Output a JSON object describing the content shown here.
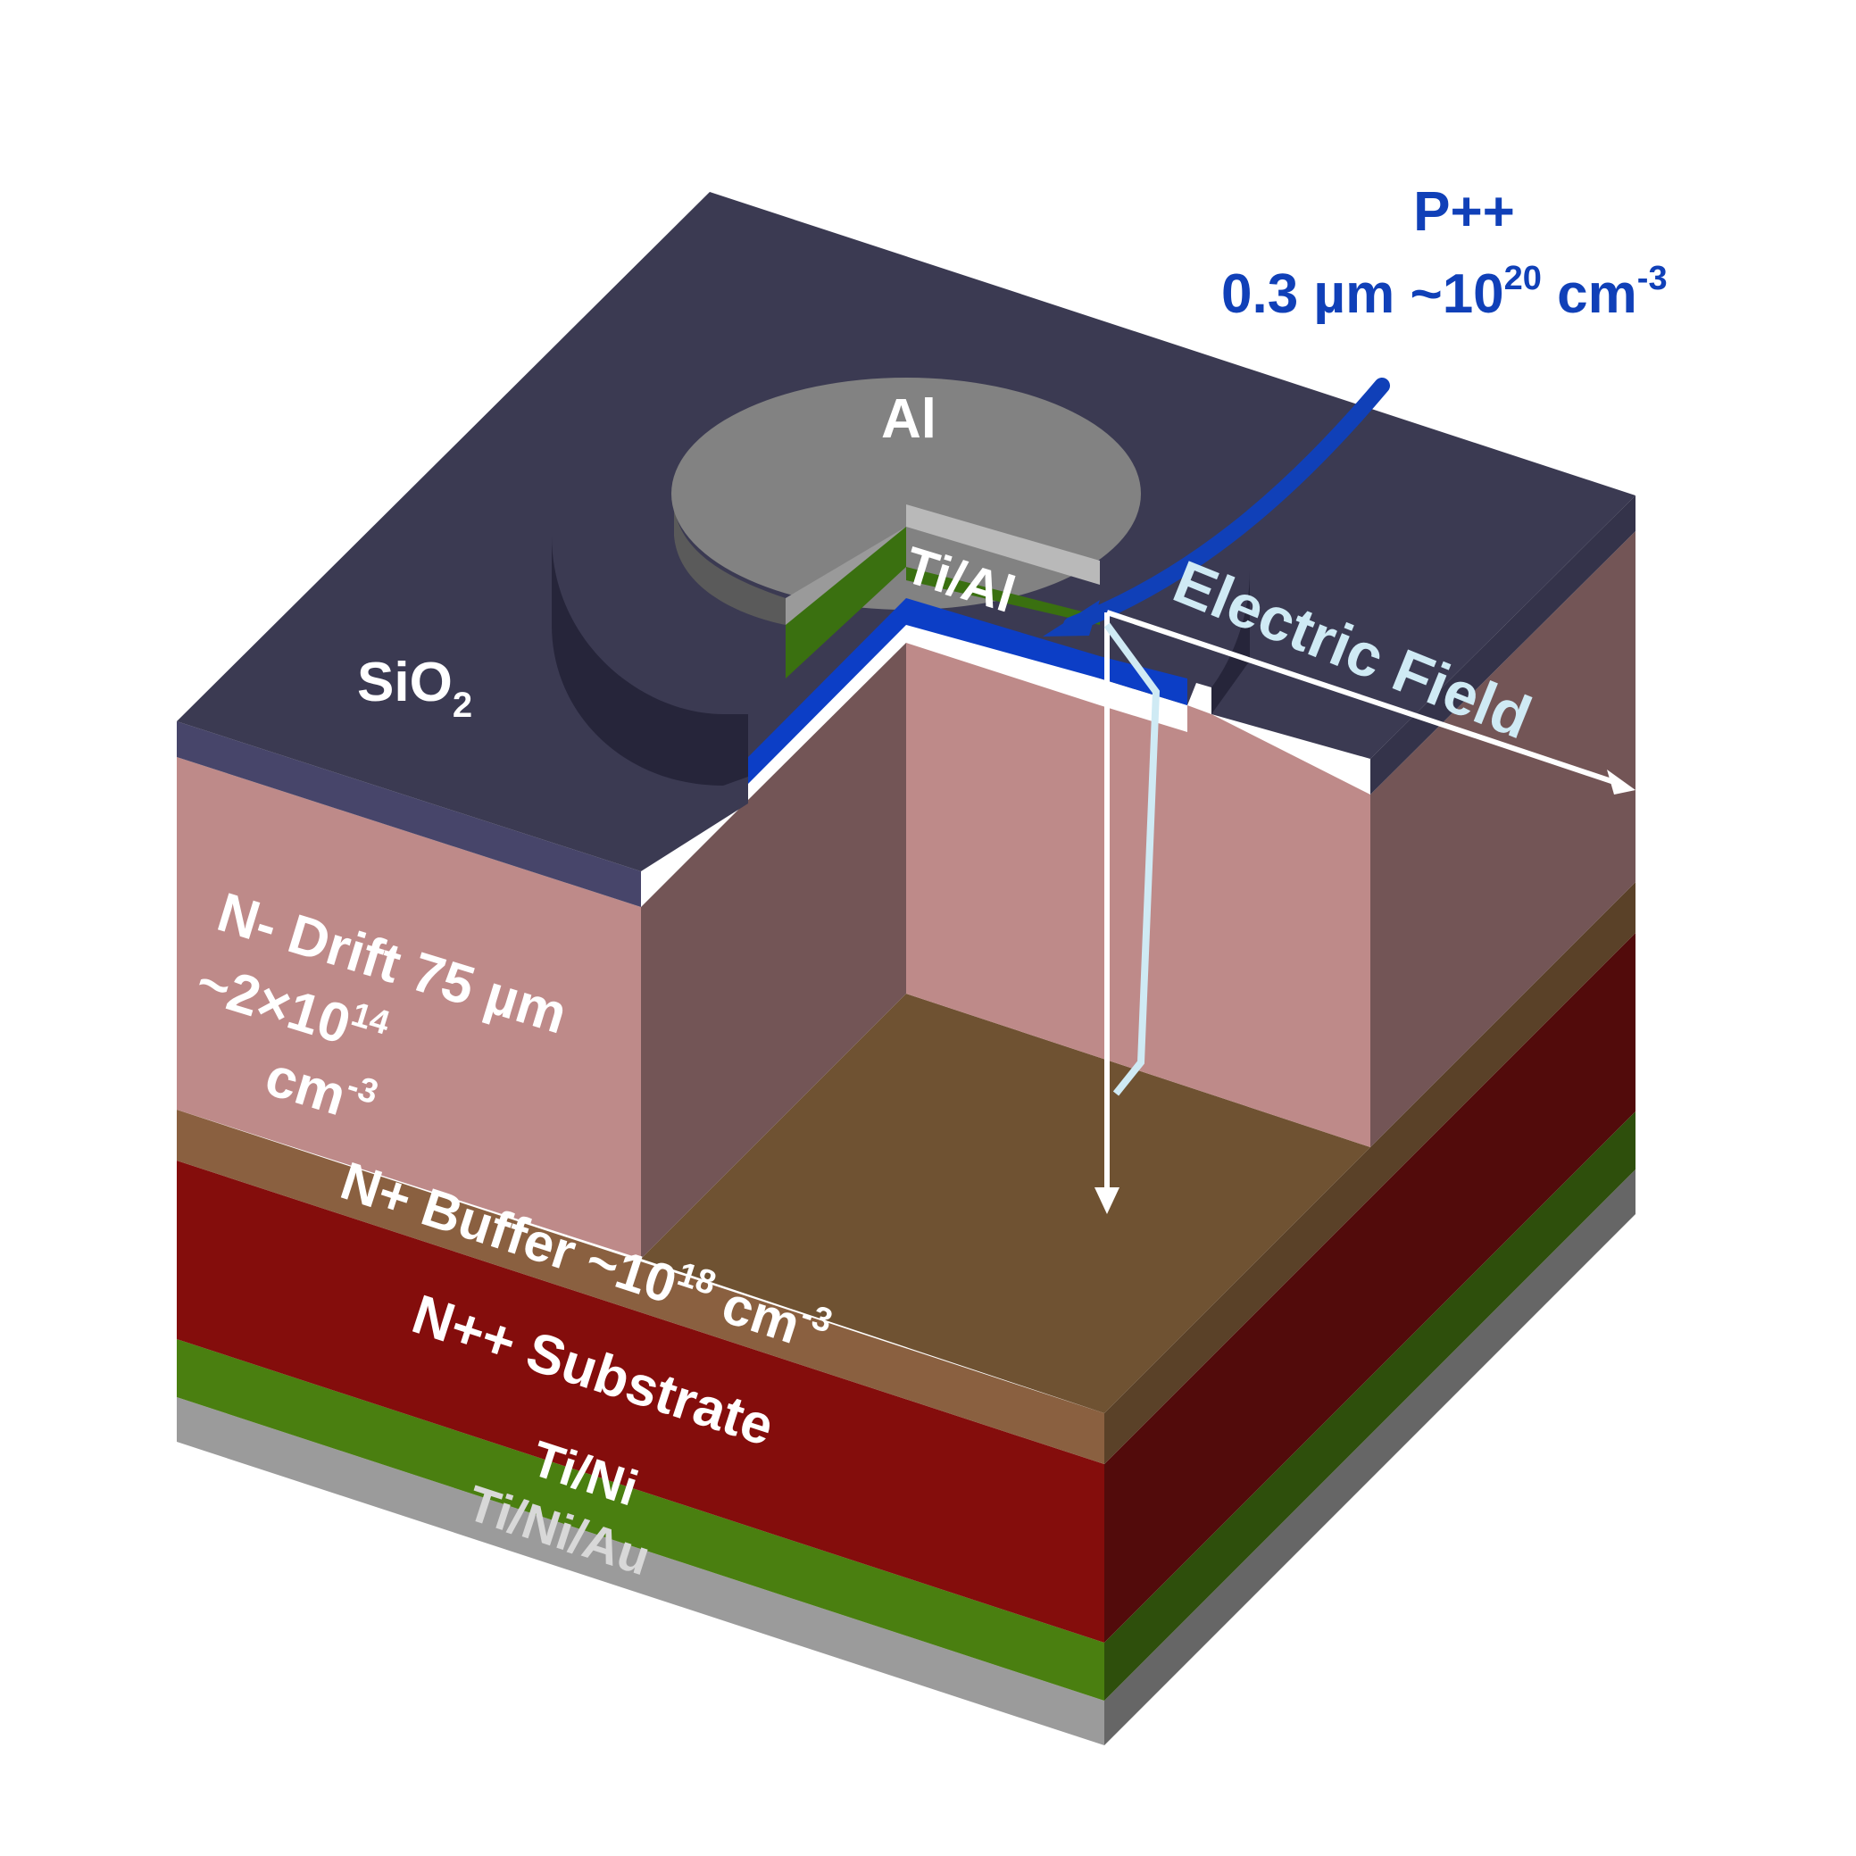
{
  "colors": {
    "sio2_top": "#3b3a52",
    "sio2_front": "#47456a",
    "drift_front": "#be8a89",
    "drift_side": "#735556",
    "buffer_front": "#8a6040",
    "buffer_side": "#5a4128",
    "buffer_top": "#6f5232",
    "substrate_front": "#840d0c",
    "substrate_side": "#520b0b",
    "tini_front": "#4a7f10",
    "tini_side": "#2e4f0c",
    "tiniau_front": "#9b9b9b",
    "tiniau_side": "#666666",
    "al_top": "#828282",
    "p_layer": "#0c3ec6",
    "tial": "#3a7010",
    "annotation_blue": "#1040b8",
    "field_line": "#cfeaf4"
  },
  "labels": {
    "p_title": "P++",
    "p_spec_main": "0.3 µm ~10",
    "p_spec_exp": "20",
    "p_spec_unit": " cm",
    "p_spec_unit_exp": "-3",
    "al": "Al",
    "sio2_main": "SiO",
    "sio2_sub": "2",
    "tial": "Ti/Al",
    "electric_field": "Electric Field",
    "drift_line1": "N- Drift 75 µm",
    "drift_line2_a": "~2×10",
    "drift_line2_exp": "14",
    "drift_line3": "cm",
    "drift_line3_exp": "-3",
    "buffer_main": "N+ Buffer  ~10",
    "buffer_exp": "18",
    "buffer_unit": " cm",
    "buffer_unit_exp": "-3",
    "substrate": "N++ Substrate",
    "tini": "Ti/Ni",
    "tiniau": "Ti/Ni/Au"
  }
}
